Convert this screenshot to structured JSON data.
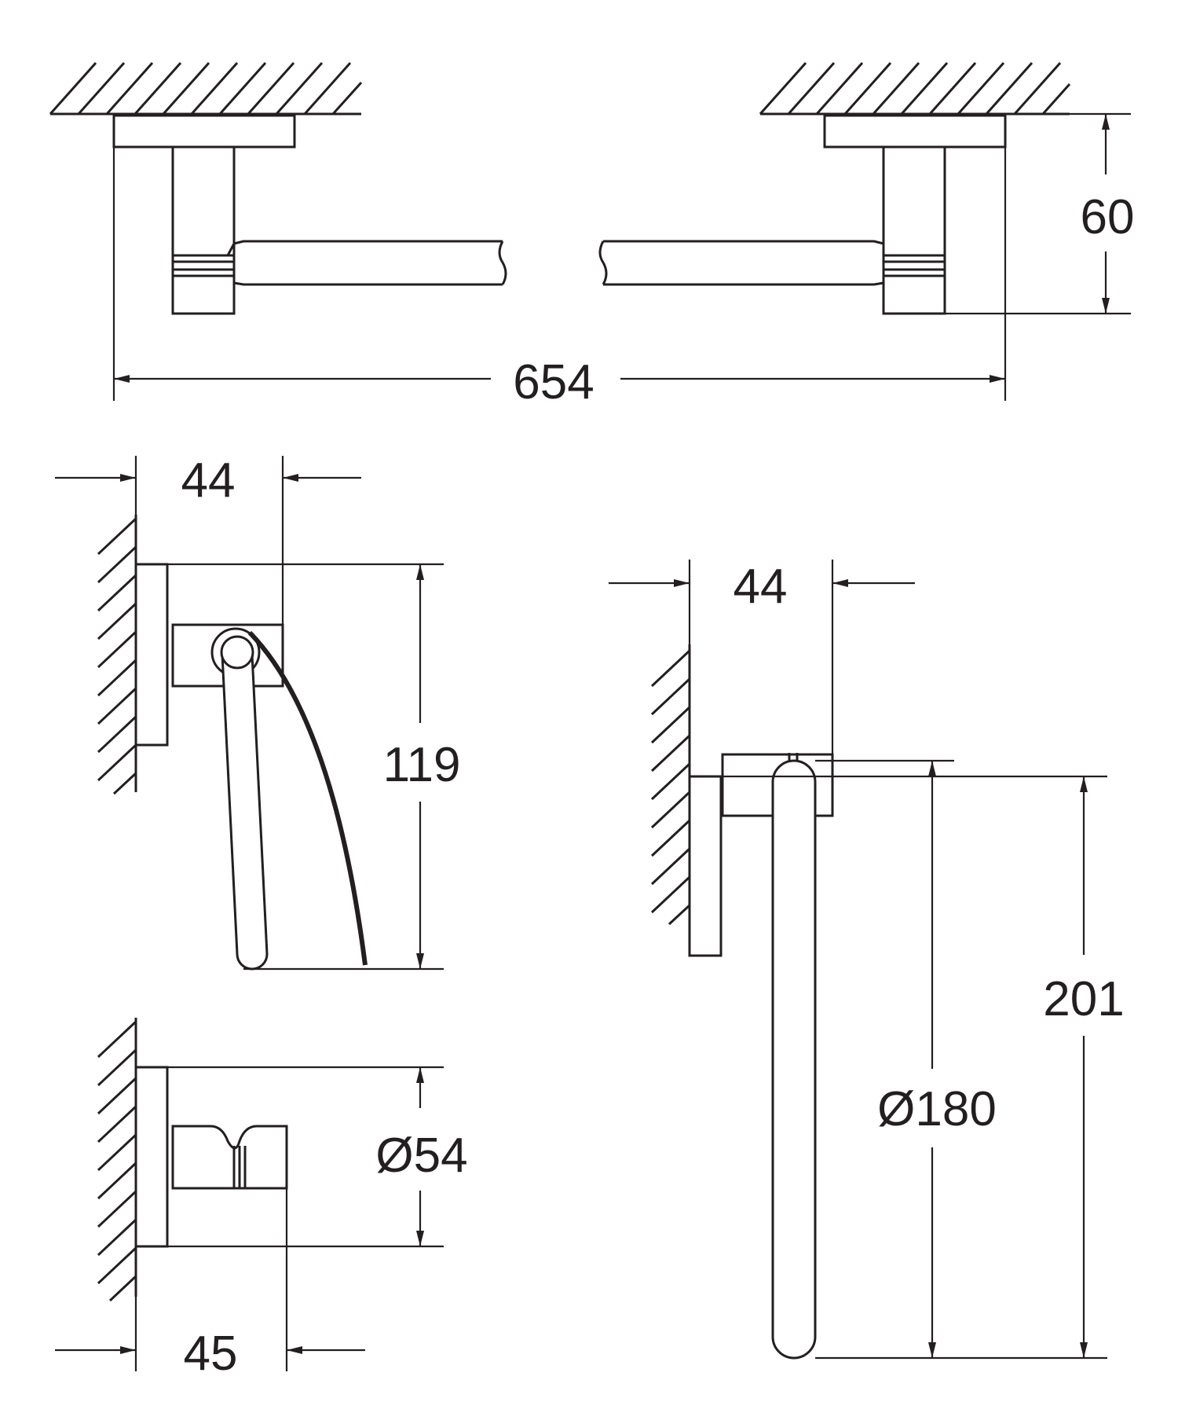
{
  "colors": {
    "line": "#231f20",
    "background": "#ffffff"
  },
  "views": {
    "towel_rail": {
      "width": "654",
      "height": "60"
    },
    "paper_holder": {
      "depth": "44",
      "height": "119"
    },
    "robe_hook": {
      "diameter": "Ø54",
      "depth": "45"
    },
    "towel_ring": {
      "depth": "44",
      "height": "201",
      "ring_diameter": "Ø180"
    }
  }
}
